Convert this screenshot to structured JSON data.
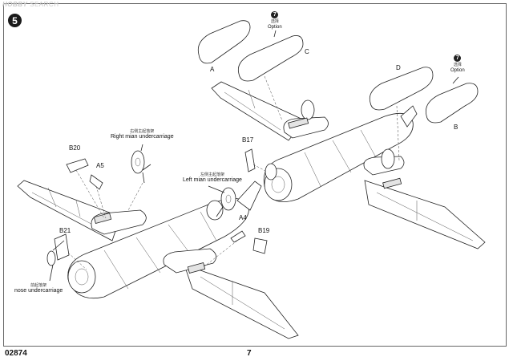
{
  "watermark": {
    "logo": "HOBBY",
    "text": "SEARCH"
  },
  "step": {
    "number": "5"
  },
  "labels": {
    "right_main": {
      "cn": "右侧主起落架",
      "en": "Right mian undercarriage"
    },
    "left_main": {
      "cn": "左侧主起落架",
      "en": "Left mian undercarriage"
    },
    "nose": {
      "cn": "前起落架",
      "en": "nose undercarriage"
    }
  },
  "options": {
    "top": {
      "icon": "7",
      "cn": "选择",
      "en": "Option"
    },
    "right": {
      "icon": "7",
      "cn": "选择",
      "en": "Option"
    }
  },
  "parts": {
    "b20": "B20",
    "a5": "A5",
    "b21": "B21",
    "a4": "A4",
    "b19": "B19",
    "b17": "B17",
    "a": "A",
    "c": "C",
    "d": "D",
    "b": "B"
  },
  "footer": {
    "code": "02874",
    "page": "7"
  }
}
